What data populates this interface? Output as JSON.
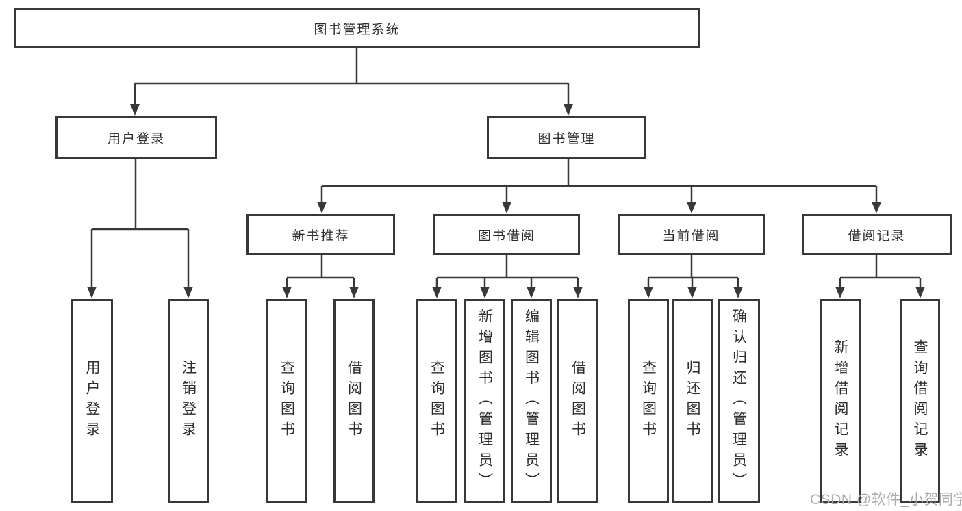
{
  "root": {
    "label": "图书管理系统"
  },
  "branches": {
    "user_login": {
      "label": "用户登录",
      "children": [
        {
          "label": "用户登录"
        },
        {
          "label": "注销登录"
        }
      ]
    },
    "book_management": {
      "label": "图书管理",
      "groups": [
        {
          "label": "新书推荐",
          "children": [
            {
              "label": "查询图书"
            },
            {
              "label": "借阅图书"
            }
          ]
        },
        {
          "label": "图书借阅",
          "children": [
            {
              "label": "查询图书"
            },
            {
              "label": "新增图书（管理员）"
            },
            {
              "label": "编辑图书（管理员）"
            },
            {
              "label": "借阅图书"
            }
          ]
        },
        {
          "label": "当前借阅",
          "children": [
            {
              "label": "查询图书"
            },
            {
              "label": "归还图书"
            },
            {
              "label": "确认归还（管理员）"
            }
          ]
        },
        {
          "label": "借阅记录",
          "children": [
            {
              "label": "新增借阅记录"
            },
            {
              "label": "查询借阅记录"
            }
          ]
        }
      ]
    }
  },
  "watermark": "CSDN @软件_小贺同学",
  "colors": {
    "line": "#383838",
    "text": "#2d2d2d",
    "watermark": "#a9adb2",
    "background": "#ffffff"
  }
}
